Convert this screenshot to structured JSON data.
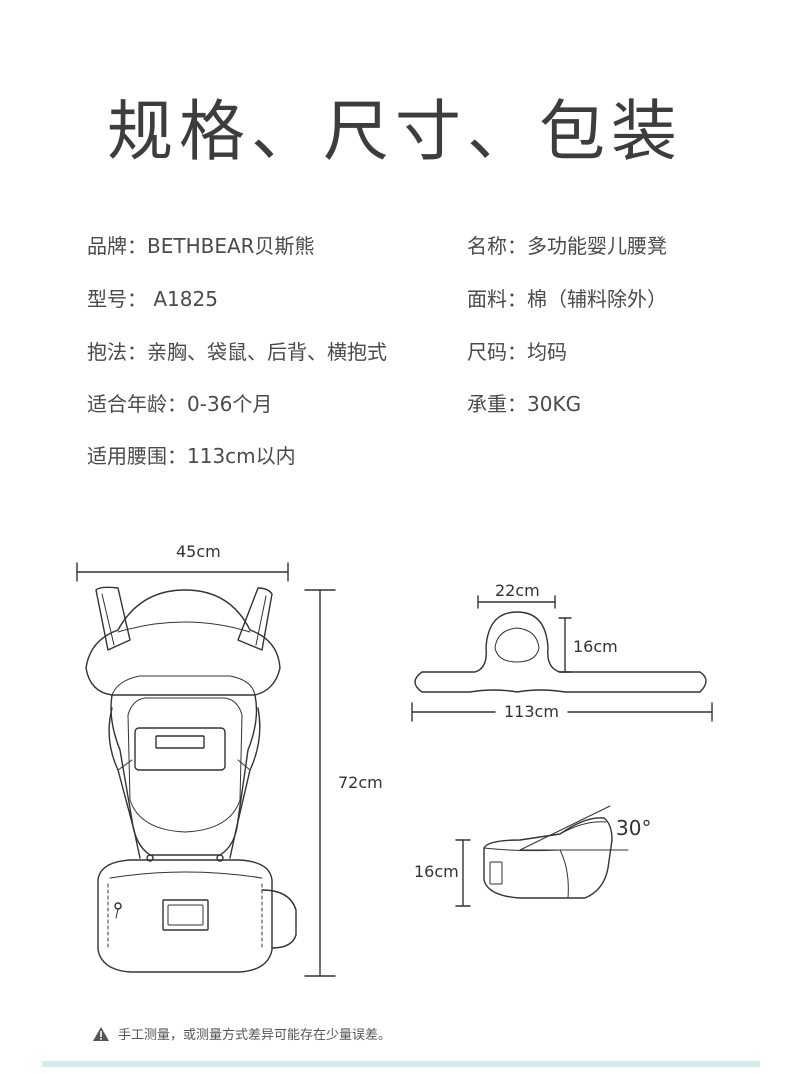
{
  "title": "规格、尺寸、包装",
  "specs": [
    {
      "key": "品牌：",
      "value": "BETHBEAR贝斯熊"
    },
    {
      "key": "名称：",
      "value": "多功能婴儿腰凳"
    },
    {
      "key": "型号：",
      "value": " A1825"
    },
    {
      "key": "面料：",
      "value": "棉（辅料除外）"
    },
    {
      "key": "抱法：",
      "value": "亲胸、袋鼠、后背、横抱式"
    },
    {
      "key": "尺码：",
      "value": "均码"
    },
    {
      "key": "适合年龄：",
      "value": "0-36个月"
    },
    {
      "key": "承重：",
      "value": "30KG"
    },
    {
      "key": "适用腰围：",
      "value": "113cm以内"
    }
  ],
  "dimensions": {
    "carrier_width": "45cm",
    "carrier_height": "72cm",
    "belt_head_width": "22cm",
    "belt_head_height": "16cm",
    "belt_length": "113cm",
    "seat_height": "16cm",
    "seat_angle": "30°"
  },
  "note": "手工测量，或测量方式差异可能存在少量误差。",
  "colors": {
    "accent_bar": "#d3ecee",
    "line": "#333333"
  }
}
